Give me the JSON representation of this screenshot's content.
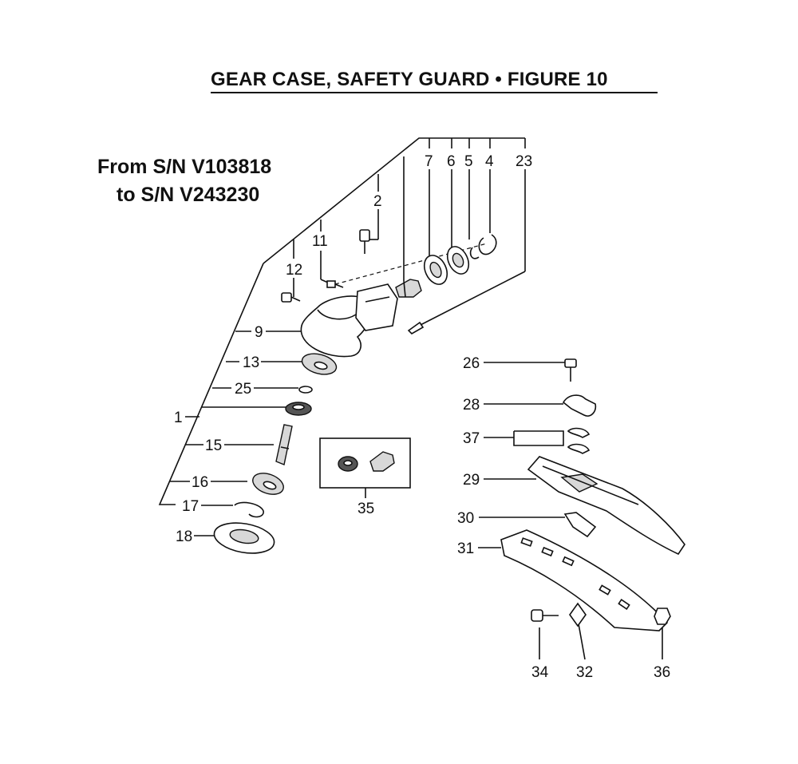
{
  "header": {
    "title": "GEAR CASE, SAFETY GUARD  •  FIGURE 10"
  },
  "serial_range": {
    "line1": "From S/N V103818",
    "line2": "to S/N V243230"
  },
  "callouts": {
    "p1": "1",
    "p2": "2",
    "p4": "4",
    "p5": "5",
    "p6": "6",
    "p7": "7",
    "p9": "9",
    "p11": "11",
    "p12": "12",
    "p13": "13",
    "p15": "15",
    "p16": "16",
    "p17": "17",
    "p18": "18",
    "p23": "23",
    "p25": "25",
    "p26": "26",
    "p28": "28",
    "p29": "29",
    "p30": "30",
    "p31": "31",
    "p32": "32",
    "p34": "34",
    "p35": "35",
    "p36": "36",
    "p37": "37"
  }
}
